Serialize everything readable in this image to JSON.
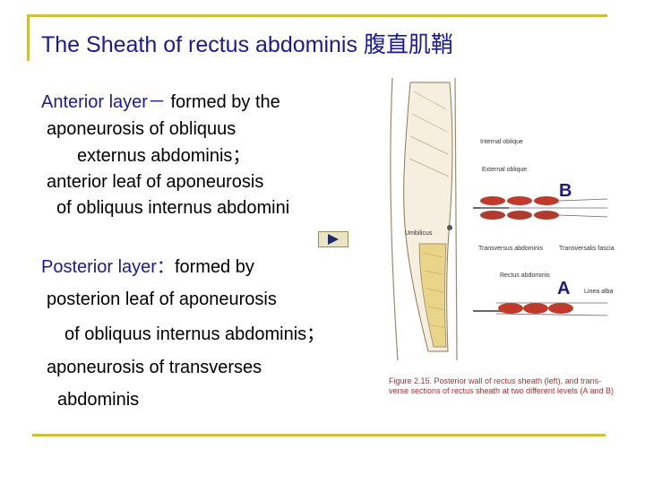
{
  "title": "The Sheath of rectus abdominis 腹直肌鞘",
  "anterior": {
    "heading": "Anterior layer",
    "dash": "－",
    "l1_rest": " formed by the",
    "l2": "aponeurosis of obliquus",
    "l3": "externus abdominis；",
    "l4": "anterior leaf of aponeurosis",
    "l5": "of obliquus internus  abdomini"
  },
  "posterior": {
    "heading": "Posterior layer：",
    "l1_rest": "formed by",
    "l2": "posterion leaf of aponeurosis",
    "l3": "of obliquus internus abdominis；",
    "l4": "aponeurosis of transverses",
    "l5": "abdominis"
  },
  "figure": {
    "labels": {
      "internal_oblique": "Internal oblique",
      "external_oblique": "External oblique",
      "umbilicus": "Umbilicus",
      "transversus": "Transversus abdominis",
      "transversalis": "Transversalis fascia",
      "rectus": "Rectus abdominis",
      "linea_alba": "Linea alba",
      "b": "B",
      "a": "A"
    },
    "caption_l1": "Figure 2.15.  Posterior wall of rectus sheath (left), and trans-",
    "caption_l2": "verse sections of rectus sheath at two different levels (A and B)"
  },
  "colors": {
    "title_blue": "#1a1a99",
    "accent_gold": "#cfbf3a",
    "caption_red": "#b03030",
    "muscle_red": "#c0392b"
  }
}
